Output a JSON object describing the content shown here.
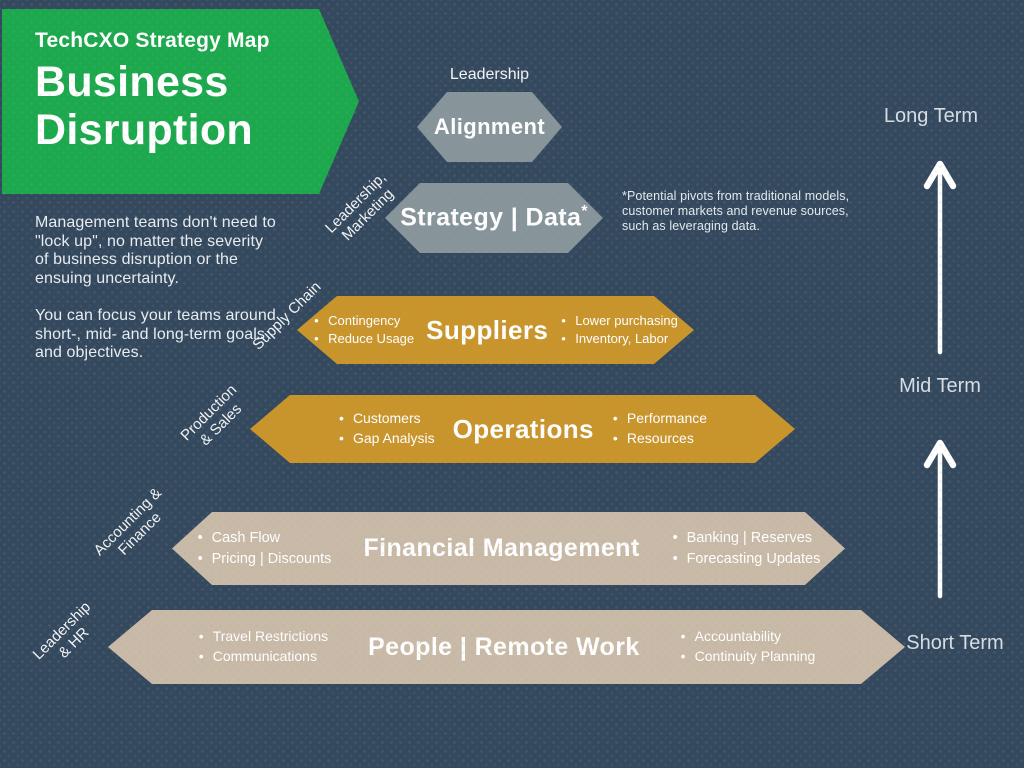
{
  "banner": {
    "kicker": "TechCXO Strategy Map",
    "title": "Business\nDisruption"
  },
  "intro": {
    "para1": "Management teams don't need to \"lock up\", no matter the severity of business disruption or the ensuing uncertainty.",
    "para2": "You can focus your teams around short-, mid- and long-term goals and objectives."
  },
  "annotation": "*Potential pivots from traditional models, customer markets and revenue sources, such as leveraging data.",
  "rows": [
    {
      "category": "Leadership",
      "title": "Alignment"
    },
    {
      "category": "Leadership,\nMarketing",
      "title": "Strategy | Data",
      "title_superscript": "*"
    },
    {
      "category": "Supply Chain",
      "title": "Suppliers",
      "bullets_left": [
        "Contingency",
        "Reduce Usage"
      ],
      "bullets_right": [
        "Lower purchasing",
        "Inventory, Labor"
      ]
    },
    {
      "category": "Production\n& Sales",
      "title": "Operations",
      "bullets_left": [
        "Customers",
        "Gap Analysis"
      ],
      "bullets_right": [
        "Performance",
        "Resources"
      ]
    },
    {
      "category": "Accounting &\nFinance",
      "title": "Financial Management",
      "bullets_left": [
        "Cash Flow",
        "Pricing | Discounts"
      ],
      "bullets_right": [
        "Banking | Reserves",
        "Forecasting Updates"
      ]
    },
    {
      "category": "Leadership\n& HR",
      "title": "People | Remote Work",
      "bullets_left": [
        "Travel Restrictions",
        "Communications"
      ],
      "bullets_right": [
        "Accountability",
        "Continuity Planning"
      ]
    }
  ],
  "timeline": {
    "long": "Long Term",
    "mid": "Mid Term",
    "short": "Short Term"
  },
  "colors": {
    "background": "#35495E",
    "green": "#1CA94D",
    "gray": "#87959A",
    "gold": "#C9952B",
    "tan": "#C9BAA7"
  }
}
